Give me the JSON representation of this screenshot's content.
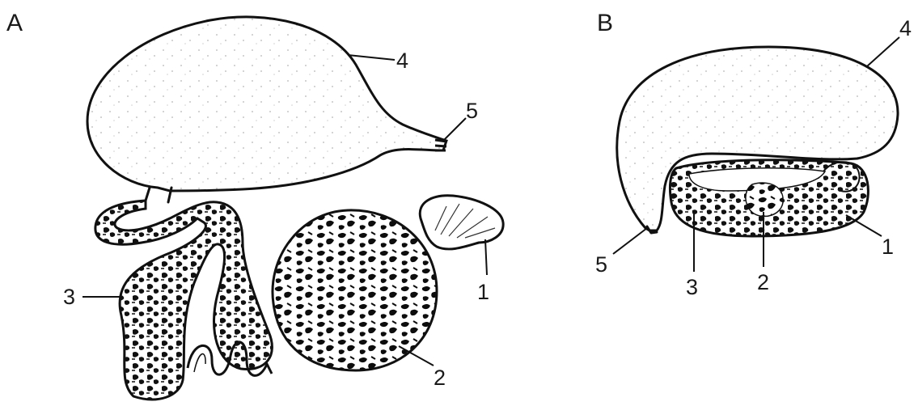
{
  "panels": {
    "a": {
      "letter": "A",
      "callouts": [
        "1",
        "2",
        "3",
        "4",
        "5"
      ]
    },
    "b": {
      "letter": "B",
      "callouts": [
        "1",
        "2",
        "3",
        "4",
        "5"
      ]
    }
  }
}
